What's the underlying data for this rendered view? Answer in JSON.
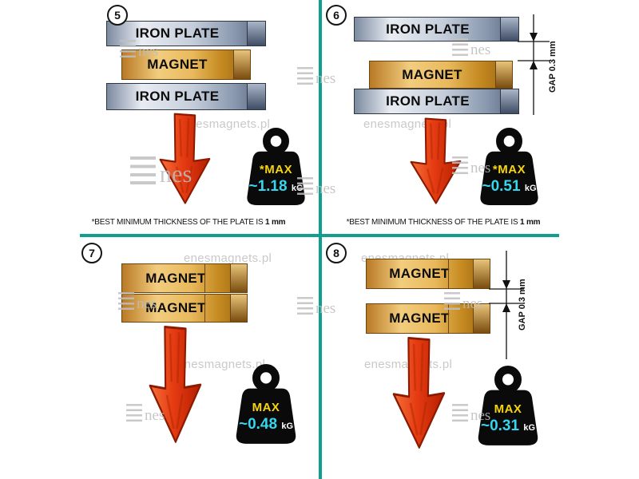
{
  "colors": {
    "divider": "#0f9e90",
    "max_yellow": "#f7d508",
    "value_cyan": "#35d6ee",
    "arrow_red": "#e03a14"
  },
  "watermark": {
    "domain": "enesmagnets.pl",
    "brand": "nes"
  },
  "panel5": {
    "number": "5",
    "top_plate_label": "IRON PLATE",
    "magnet_label": "MAGNET",
    "bottom_plate_label": "IRON PLATE",
    "weight_label": "*MAX",
    "weight_value": "~1.18",
    "weight_unit": "kG",
    "footnote_text": "*BEST MINIMUM THICKNESS OF THE PLATE IS",
    "footnote_bold": "1 mm"
  },
  "panel6": {
    "number": "6",
    "top_plate_label": "IRON PLATE",
    "magnet_label": "MAGNET",
    "bottom_plate_label": "IRON PLATE",
    "gap_label": "GAP  0.3 mm",
    "weight_label": "*MAX",
    "weight_value": "~0.51",
    "weight_unit": "kG",
    "footnote_text": "*BEST MINIMUM THICKNESS OF THE PLATE IS",
    "footnote_bold": "1 mm"
  },
  "panel7": {
    "number": "7",
    "top_magnet_label": "MAGNET",
    "bottom_magnet_label": "MAGNET",
    "weight_label": "MAX",
    "weight_value": "~0.48",
    "weight_unit": "kG"
  },
  "panel8": {
    "number": "8",
    "top_magnet_label": "MAGNET",
    "bottom_magnet_label": "MAGNET",
    "gap_label": "GAP  0.3 mm",
    "weight_label": "MAX",
    "weight_value": "~0.31",
    "weight_unit": "kG"
  }
}
